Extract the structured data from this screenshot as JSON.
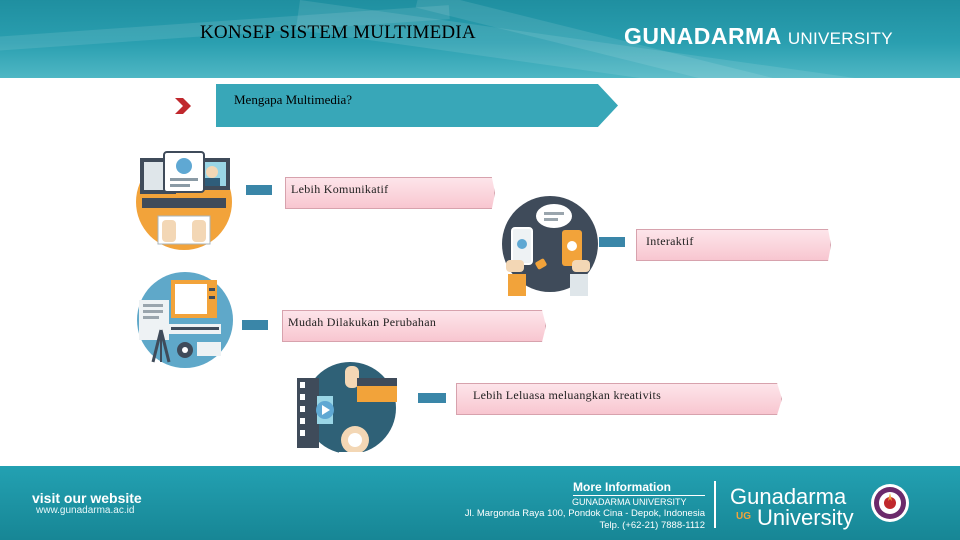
{
  "header": {
    "title": "KONSEP SISTEM MULTIMEDIA",
    "logo_main": "GUNADARMA",
    "logo_sub": "UNIVERSITY"
  },
  "section": {
    "heading": "Mengapa Multimedia?"
  },
  "points": [
    {
      "label": "Lebih Komunikatif",
      "icon": "laptop-globe-icon"
    },
    {
      "label": "Interaktif",
      "icon": "smartphone-chat-icon"
    },
    {
      "label": "Mudah Dilakukan Perubahan",
      "icon": "broadcast-news-icon"
    },
    {
      "label": "Lebih Leluasa meluangkan kreativits",
      "icon": "film-media-icon"
    }
  ],
  "footer": {
    "visit_label": "visit our website",
    "website": "www.gunadarma.ac.id",
    "more_title": "More Information",
    "university": "GUNADARMA UNIVERSITY",
    "address": "Jl. Margonda Raya 100, Pondok Cina - Depok, Indonesia",
    "phone": "Telp. (+62-21) 7888-1112",
    "logo_line1": "Gunadarma",
    "logo_line2": "University",
    "logo_badge": "UG"
  },
  "colors": {
    "teal": "#2a9fb0",
    "connector": "#3a86a8",
    "label_fill": "#f8c6d0",
    "chevron": "#c0282d",
    "orange": "#f2a33a"
  }
}
